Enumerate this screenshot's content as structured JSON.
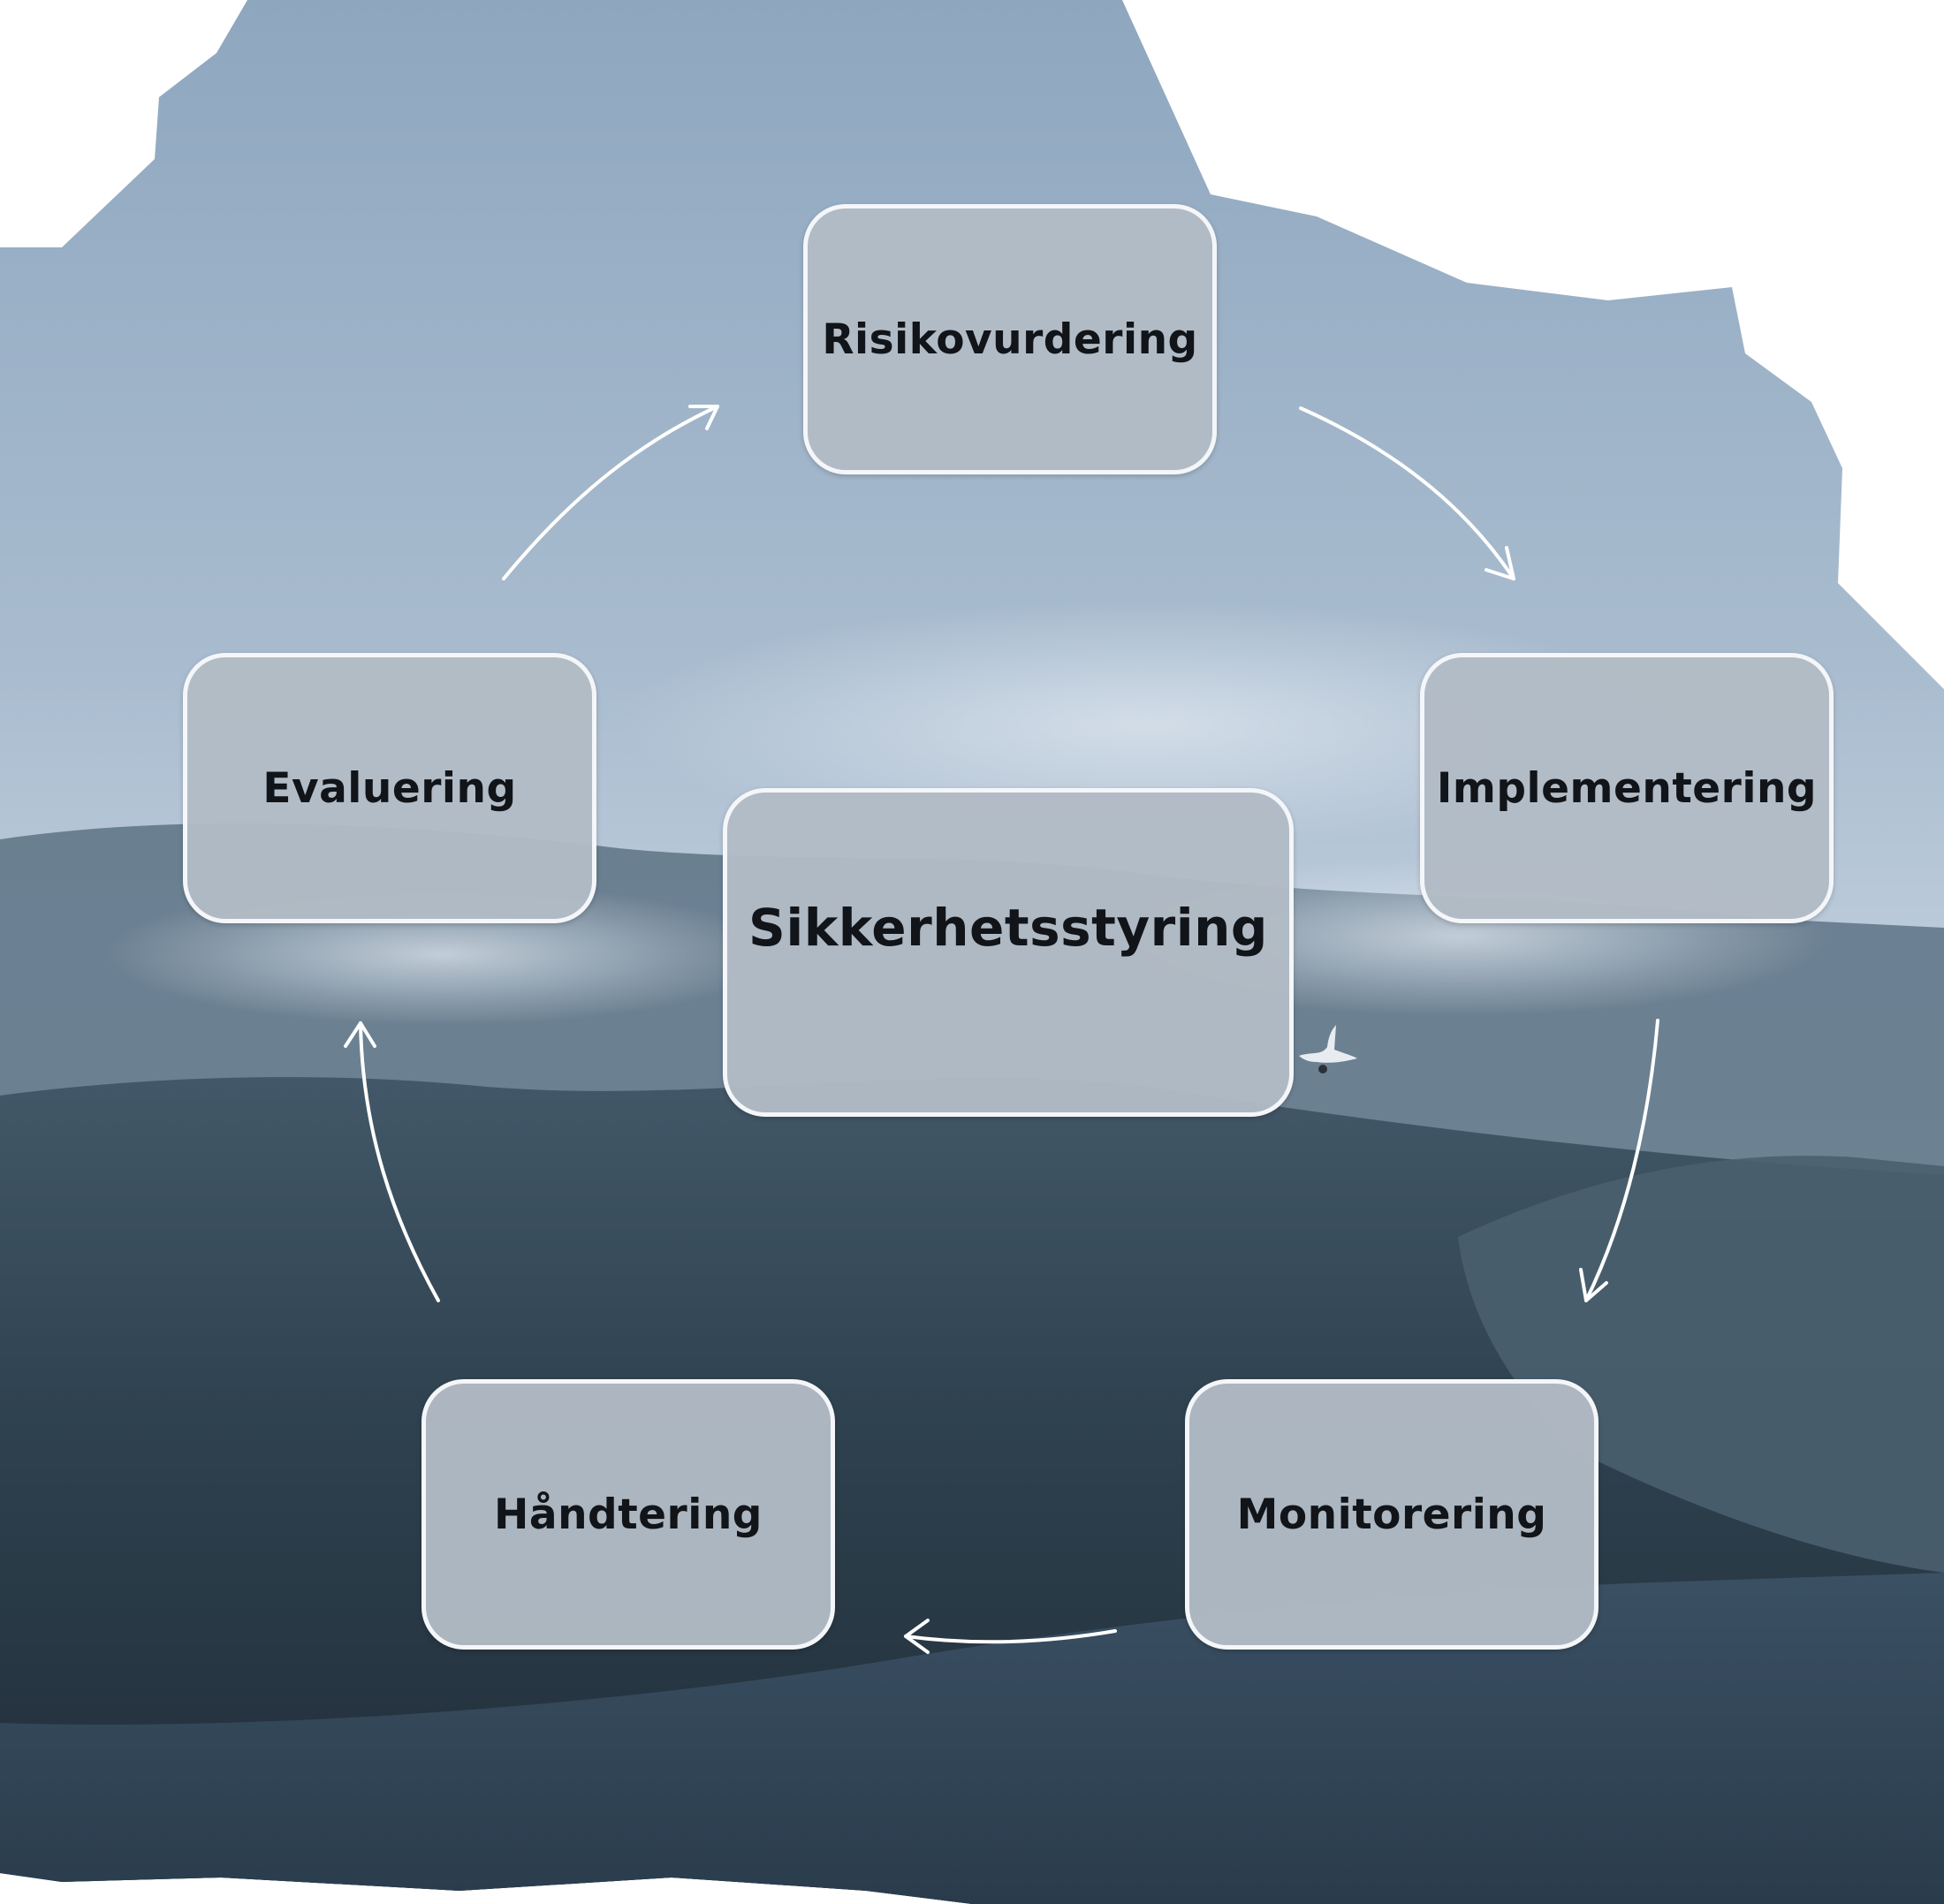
{
  "diagram": {
    "center": {
      "label": "Sikkerhetsstyring"
    },
    "steps": [
      {
        "id": "risk",
        "label": "Risikovurdering"
      },
      {
        "id": "impl",
        "label": "Implementering"
      },
      {
        "id": "mon",
        "label": "Monitorering"
      },
      {
        "id": "hand",
        "label": "Håndtering"
      },
      {
        "id": "eval",
        "label": "Evaluering"
      }
    ]
  },
  "colors": {
    "box_fill": "#b2bbc5",
    "box_border": "#f4f6f9",
    "arrow": "#ffffff",
    "sky": "#a9bccf",
    "mountain": "#2b3d49"
  }
}
